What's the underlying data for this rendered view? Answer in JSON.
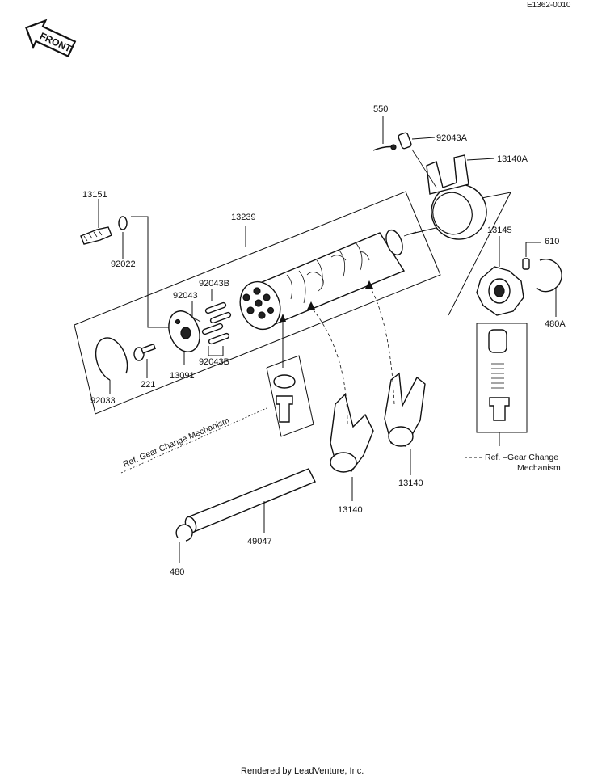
{
  "header": {
    "diagram_code": "E1362-0010"
  },
  "front_badge": {
    "label": "FRONT"
  },
  "parts": {
    "p550": "550",
    "p92043A": "92043A",
    "p13140A": "13140A",
    "p13151": "13151",
    "p13239": "13239",
    "p92022": "92022",
    "p13145": "13145",
    "p610": "610",
    "p92043B_top": "92043B",
    "p92043": "92043",
    "p480A": "480A",
    "p92033": "92033",
    "p221": "221",
    "p13091": "13091",
    "p92043B_bottom": "92043B",
    "p13140_right": "13140",
    "p13140_left": "13140",
    "p49047": "49047",
    "p480": "480"
  },
  "references": {
    "left_ref": "Ref.   Gear Change  Mechanism",
    "right_ref_line1": "Ref.  –Gear Change",
    "right_ref_line2": "Mechanism"
  },
  "footer": {
    "rendered_by": "Rendered by LeadVenture, Inc."
  }
}
